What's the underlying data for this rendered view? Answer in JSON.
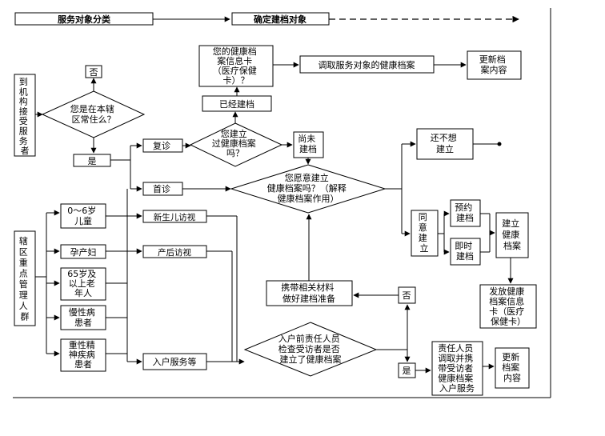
{
  "header": {
    "stage1": "服务对象分类",
    "stage2": "确定建档对象"
  },
  "nodes": {
    "fou_top": "否",
    "arrive": [
      "到",
      "机",
      "构",
      "接",
      "受",
      "服",
      "务",
      "者"
    ],
    "resident_q": [
      "您是在本辖",
      "区常住么？"
    ],
    "shi_left": "是",
    "fuzhen": "复诊",
    "shouzhen": "首诊",
    "created_q": [
      "您建立",
      "过健康档案",
      "吗？"
    ],
    "already": "已经建档",
    "card_info": [
      "您的健康档",
      "案信息卡",
      "（医疗保健",
      "卡）？"
    ],
    "retrieve": "调取服务对象的健康档案",
    "update_top": [
      "更新档",
      "案内容"
    ],
    "not_yet": [
      "尚未",
      "建档"
    ],
    "willing_q": [
      "您愿意建立",
      "健康档案吗？（解释",
      "健康档案作用）"
    ],
    "not_want": [
      "还不想",
      "建立"
    ],
    "agree": [
      "同",
      "意",
      "建",
      "立"
    ],
    "appointment": [
      "预约",
      "建档"
    ],
    "immediate": [
      "即时",
      "建档"
    ],
    "create_file": [
      "建立",
      "健康",
      "档案"
    ],
    "issue_card": [
      "发放健康",
      "档案信息",
      "卡（医疗",
      "保健卡）"
    ],
    "key_group": [
      "辖",
      "区",
      "重",
      "点",
      "管",
      "理",
      "人",
      "群"
    ],
    "child": [
      "0～6岁",
      "儿童"
    ],
    "pregnant": "孕产妇",
    "elderly": [
      "65岁及",
      "以上老",
      "年人"
    ],
    "chronic": [
      "慢性病",
      "患者"
    ],
    "mental": [
      "重性精",
      "神疾病",
      "患者"
    ],
    "newborn": "新生儿访视",
    "postpartum": "产后访视",
    "home": "入户服务等",
    "bring": [
      "携带相关材料",
      "做好建档准备"
    ],
    "fou_mid": "否",
    "home_q": [
      "入户前责任人员",
      "检查受访者是否",
      "建立了健康档案"
    ],
    "shi_bottom": "是",
    "staff": [
      "责任人员",
      "调取并携",
      "带受访者",
      "健康档案",
      "入户服务"
    ],
    "update_bottom": [
      "更新",
      "档案",
      "内容"
    ]
  }
}
